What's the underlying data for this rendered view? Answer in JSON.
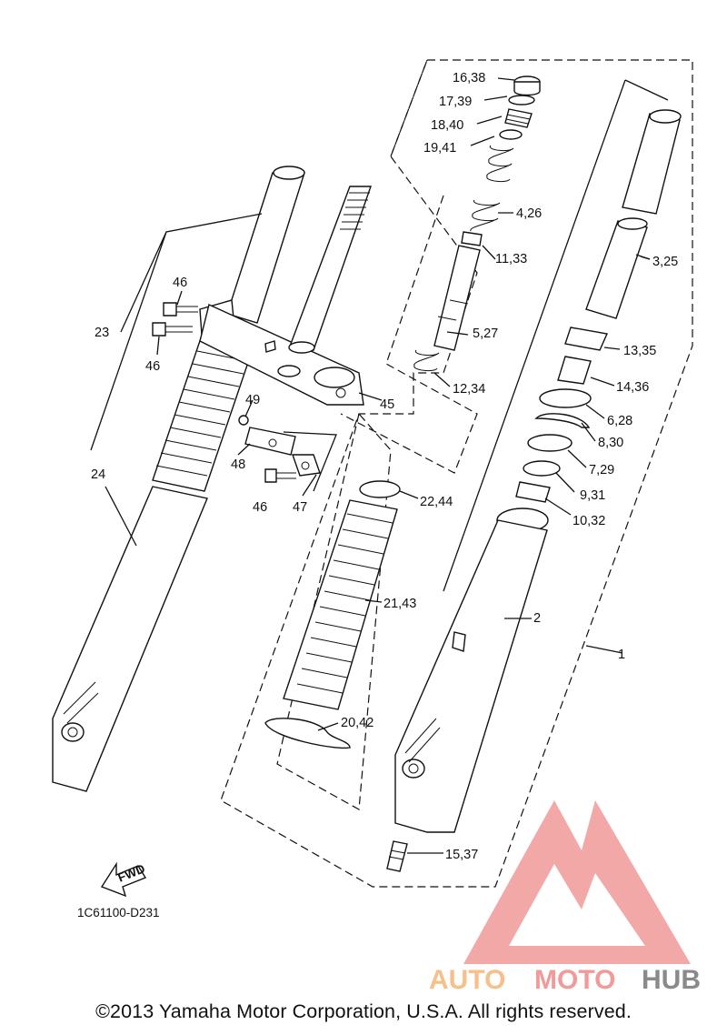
{
  "labels": {
    "p1": "1",
    "p2": "2",
    "p3": "3,25",
    "p4": "4,26",
    "p5": "5,27",
    "p6": "6,28",
    "p7": "7,29",
    "p8": "8,30",
    "p9": "9,31",
    "p10": "10,32",
    "p11": "11,33",
    "p12": "12,34",
    "p13": "13,35",
    "p14": "14,36",
    "p15": "15,37",
    "p16": "16,38",
    "p17": "17,39",
    "p18": "18,40",
    "p19": "19,41",
    "p20": "20,42",
    "p21": "21,43",
    "p22": "22,44",
    "p23": "23",
    "p24": "24",
    "p45": "45",
    "p46a": "46",
    "p46b": "46",
    "p46c": "46",
    "p47": "47",
    "p48": "48",
    "p49": "49"
  },
  "fwd_label": "FWD",
  "diagram_code": "1C61100-D231",
  "watermark": {
    "text_auto": "AUTO",
    "text_moto": "MOTO",
    "text_hub": "HUB",
    "color_orange": "#f7c08a",
    "color_red": "#f29a9a",
    "color_grey": "#8a8a8a"
  },
  "copyright": "©2013 Yamaha Motor Corporation, U.S.A. All rights reserved."
}
